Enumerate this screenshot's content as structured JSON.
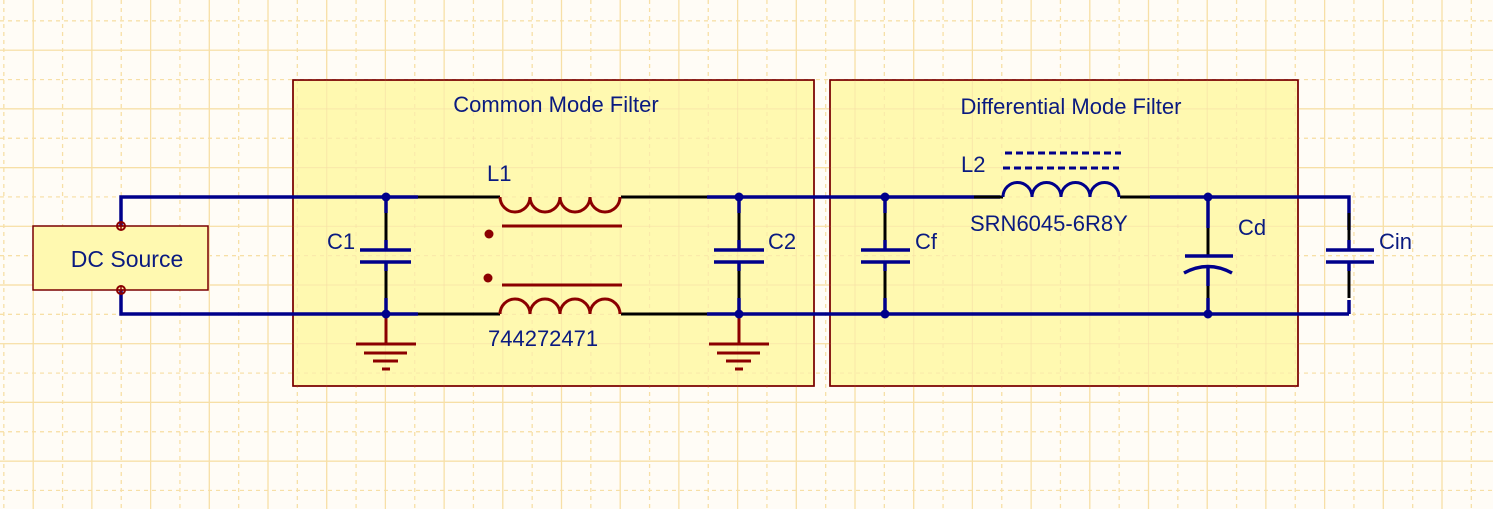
{
  "colors": {
    "background": "#fffcf6",
    "grid": "#f7dfa6",
    "region_fill": "#fff9b0",
    "region_border": "#7a0000",
    "wire": "#00008b",
    "pin": "#000000",
    "text": "#0a1a80",
    "inductor_cm": "#8b0000",
    "ground": "#8b0000"
  },
  "regions": [
    {
      "id": "cm",
      "title": "Common Mode Filter"
    },
    {
      "id": "dm",
      "title": "Differential Mode Filter"
    }
  ],
  "source": {
    "label": "DC Source"
  },
  "components": {
    "c1": {
      "designator": "C1",
      "type": "capacitor"
    },
    "c2": {
      "designator": "C2",
      "type": "capacitor"
    },
    "l1": {
      "designator": "L1",
      "part": "744272471",
      "type": "common-mode-choke"
    },
    "l2": {
      "designator": "L2",
      "part": "SRN6045-6R8Y",
      "type": "inductor"
    },
    "cf": {
      "designator": "Cf",
      "type": "capacitor"
    },
    "cd": {
      "designator": "Cd",
      "type": "polarized-capacitor"
    },
    "cin": {
      "designator": "Cin",
      "type": "capacitor"
    }
  }
}
